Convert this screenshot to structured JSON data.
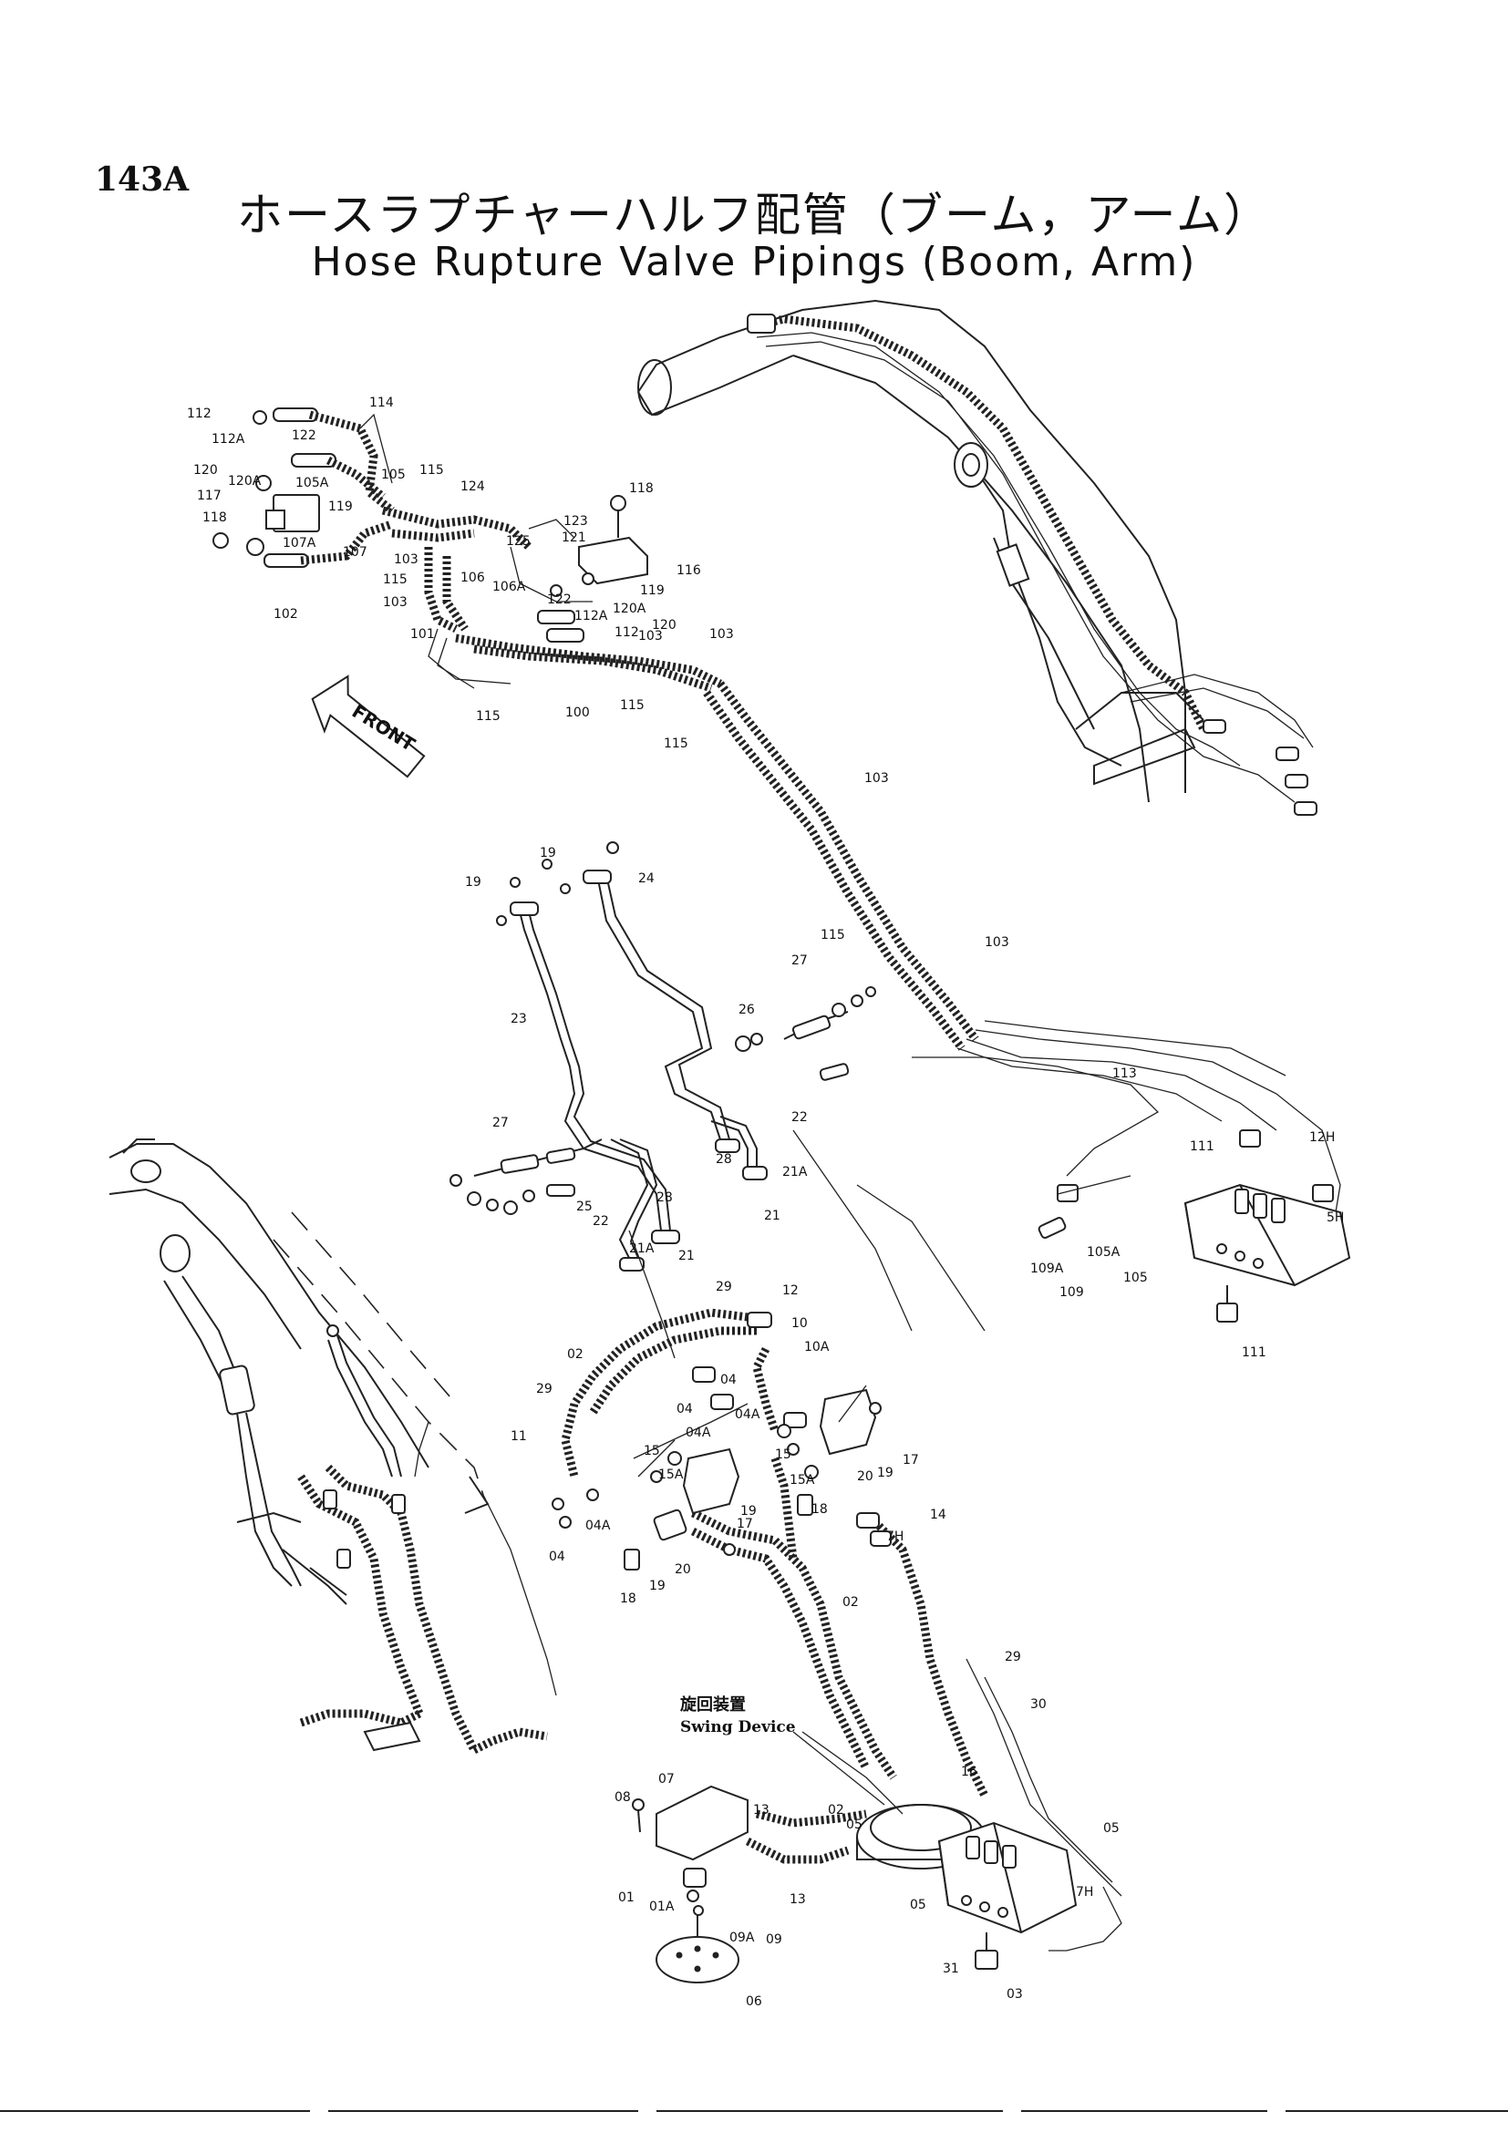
{
  "page_number": "143A",
  "title_jp": "ホースラプチャーハルフ配管（ブーム，アーム）",
  "title_en": "Hose Rupture Valve Pipings (Boom, Arm)",
  "front_label": "FRONT",
  "swing_device_jp": "旋回装置",
  "swing_device_en": "Swing Device",
  "callouts": {
    "c112a": "112",
    "c112aa": "112A",
    "c114": "114",
    "c122a": "122",
    "c120a": "120",
    "c120aa": "120A",
    "c105aa": "105A",
    "c117": "117",
    "c118a": "118",
    "c107a": "107A",
    "c107": "107",
    "c102": "102",
    "c105": "105",
    "c115a": "115",
    "c119a": "119",
    "c124": "124",
    "c103a": "103",
    "c118b": "118",
    "c123": "123",
    "c121": "121",
    "c125": "125",
    "c116": "116",
    "c115b": "115",
    "c106": "106",
    "c106a": "106A",
    "c103b": "103",
    "c122b": "122",
    "c112ab": "112A",
    "c120ab": "120A",
    "c119b": "119",
    "c120b": "120",
    "c112b": "112",
    "c103c": "103",
    "c101": "101",
    "c115c": "115",
    "c100": "100",
    "c115d": "115",
    "c103d": "103",
    "c115e": "115",
    "c103e": "103",
    "c115f": "115",
    "c103f": "103",
    "c19a": "19",
    "c19b": "19",
    "c24": "24",
    "c23": "23",
    "c27a": "27",
    "c26": "26",
    "c27b": "27",
    "c22a": "22",
    "c28a": "28",
    "c21aa": "21A",
    "c21a": "21",
    "c25": "25",
    "c28b": "28",
    "c22b": "22",
    "c21ab": "21A",
    "c21b": "21",
    "c113": "113",
    "c12h": "12H",
    "c111a": "111",
    "c5h": "5H",
    "c109a": "109A",
    "c109": "109",
    "c105ab": "105A",
    "c105b": "105",
    "c111b": "111",
    "c29a": "29",
    "c12": "12",
    "c02a": "02",
    "c10": "10",
    "c10a": "10A",
    "c29b": "29",
    "c04a": "04",
    "c04aa": "04A",
    "c04b": "04",
    "c04ab": "04A",
    "c11": "11",
    "c15a": "15",
    "c15aa": "15A",
    "c15b": "15",
    "c15ab": "15A",
    "c17a": "17",
    "c19c": "19",
    "c20a": "20",
    "c17b": "17",
    "c19d": "19",
    "c20b": "20",
    "c18a": "18",
    "c18b": "18",
    "c04ac": "04A",
    "c04c": "04",
    "c19e": "19",
    "c14": "14",
    "c7h": "7H",
    "c02b": "02",
    "c29c": "29",
    "c30": "30",
    "c16": "16",
    "c08": "08",
    "c07": "07",
    "c13a": "13",
    "c02c": "02",
    "c05a": "05",
    "c05b": "05",
    "c01": "01",
    "c01a": "01A",
    "c13b": "13",
    "c09a": "09A",
    "c09": "09",
    "c06": "06",
    "c31": "31",
    "c05c": "05",
    "c03": "03",
    "c7hb": "7H"
  }
}
